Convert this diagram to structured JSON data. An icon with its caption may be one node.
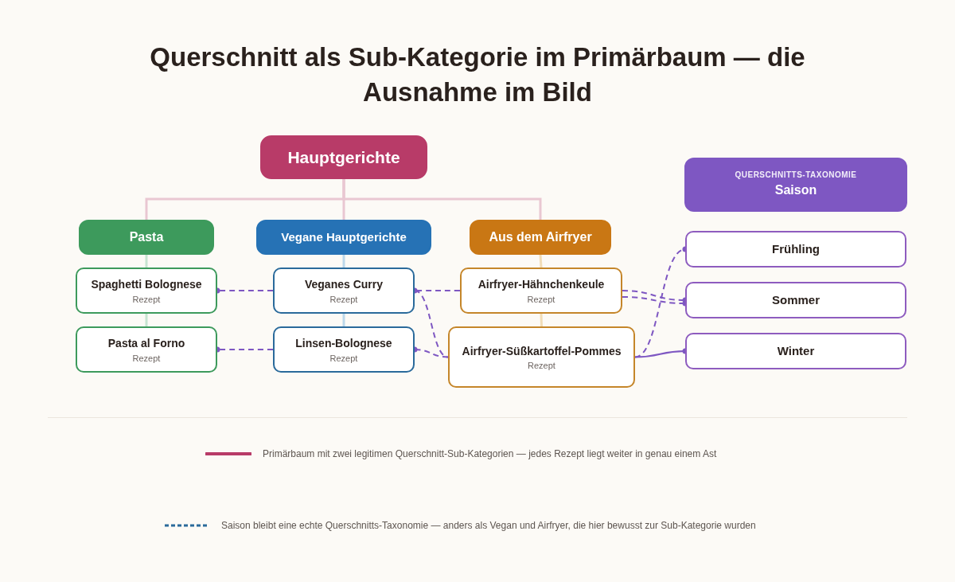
{
  "diagram": {
    "title": "Querschnitt als Sub-Kategorie im Primärbaum — die Ausnahme im Bild",
    "nodes": [
      {
        "text": [
          "Hauptgerichte"
        ]
      },
      {
        "text": [
          "Pasta"
        ]
      },
      {
        "text": [
          "Vegane Hauptgerichte"
        ]
      },
      {
        "text": [
          "Aus dem Airfryer"
        ]
      },
      {
        "text": [
          "Spaghetti Bolognese",
          "Rezept"
        ]
      },
      {
        "text": [
          "Veganes Curry",
          "Rezept"
        ]
      },
      {
        "text": [
          "Airfryer-Hähnchenkeule",
          "Rezept"
        ]
      },
      {
        "text": [
          "Pasta al Forno",
          "Rezept"
        ]
      },
      {
        "text": [
          "Linsen-Bolognese",
          "Rezept"
        ]
      },
      {
        "text": [
          "Airfryer-Süßkartoffel-Pommes",
          "Rezept"
        ]
      },
      {
        "text": [
          "QUERSCHNITTS-TAXONOMIE",
          "Saison"
        ]
      },
      {
        "text": [
          "Frühling"
        ]
      },
      {
        "text": [
          "Sommer"
        ]
      },
      {
        "text": [
          "Winter"
        ]
      }
    ],
    "edges": [
      {
        "from": 0,
        "to": 1,
        "arrow": "none",
        "color": "#e9c7d2"
      },
      {
        "from": 0,
        "to": 2,
        "arrow": "none",
        "color": "#e9c7d2"
      },
      {
        "from": 0,
        "to": 3,
        "arrow": "none",
        "color": "#e9c7d2"
      },
      {
        "from": 1,
        "to": 4,
        "arrow": "none",
        "color": "#c7e4d1"
      },
      {
        "from": 4,
        "to": 7,
        "arrow": "none",
        "color": "#c7e4d1"
      },
      {
        "from": 2,
        "to": 5,
        "arrow": "none",
        "color": "#bcd8ea"
      },
      {
        "from": 5,
        "to": 8,
        "arrow": "none",
        "color": "#bcd8ea"
      },
      {
        "from": 3,
        "to": 6,
        "arrow": "none",
        "color": "#f1ddb8"
      },
      {
        "from": 6,
        "to": 9,
        "arrow": "none",
        "color": "#f1ddb8"
      },
      {
        "from": 5,
        "to": 4,
        "arrow": "other",
        "style": "dashed",
        "color": "#7e57c2"
      },
      {
        "from": 6,
        "to": 5,
        "arrow": "other",
        "style": "dashed",
        "color": "#7e57c2"
      },
      {
        "from": 5,
        "to": 9,
        "arrow": "none",
        "style": "dashed",
        "color": "#7e57c2"
      },
      {
        "from": 8,
        "to": 7,
        "arrow": "other",
        "style": "dashed",
        "color": "#7e57c2"
      },
      {
        "from": 9,
        "to": 8,
        "arrow": "other",
        "style": "dashed",
        "color": "#7e57c2"
      },
      {
        "from": 6,
        "to": 12,
        "arrow": "other",
        "style": "dashed",
        "color": "#7e57c2"
      },
      {
        "from": 6,
        "to": 12,
        "arrow": "other",
        "style": "dashed",
        "color": "#7e57c2"
      },
      {
        "from": 9,
        "to": 11,
        "arrow": "other",
        "style": "dashed",
        "color": "#7e57c2"
      },
      {
        "from": 9,
        "to": 13,
        "arrow": "other",
        "color": "#7e57c2"
      }
    ],
    "legend": [
      {
        "text": "Primärbaum mit zwei legitimen Querschnitt-Sub-Kategorien — jedes Rezept liegt weiter in genau einem Ast"
      },
      {
        "text": "Saison bleibt eine echte Querschnitts-Taxonomie — anders als Vegan und Airfryer, die hier bewusst zur Sub-Kategorie wurden"
      }
    ]
  }
}
